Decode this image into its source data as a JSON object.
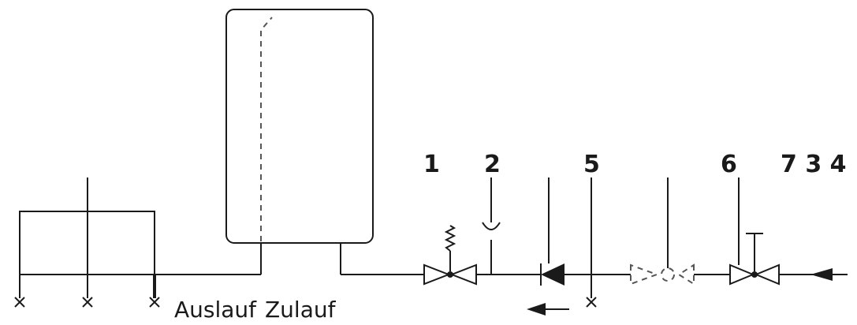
{
  "numbers": {
    "n1": "1",
    "n2": "2",
    "n5": "5",
    "n6": "6",
    "n734": "7 3 4"
  },
  "labels": {
    "outlet": "Auslauf",
    "inlet": "Zulauf"
  },
  "symbols": [
    "safety-valve-icon",
    "funnel-icon",
    "check-valve-icon",
    "drain-valve-icon",
    "pressure-reducer-icon",
    "shutoff-valve-icon",
    "flow-arrow-icon"
  ],
  "colors": {
    "line": "#1a1a1a",
    "dashed": "#555555"
  }
}
